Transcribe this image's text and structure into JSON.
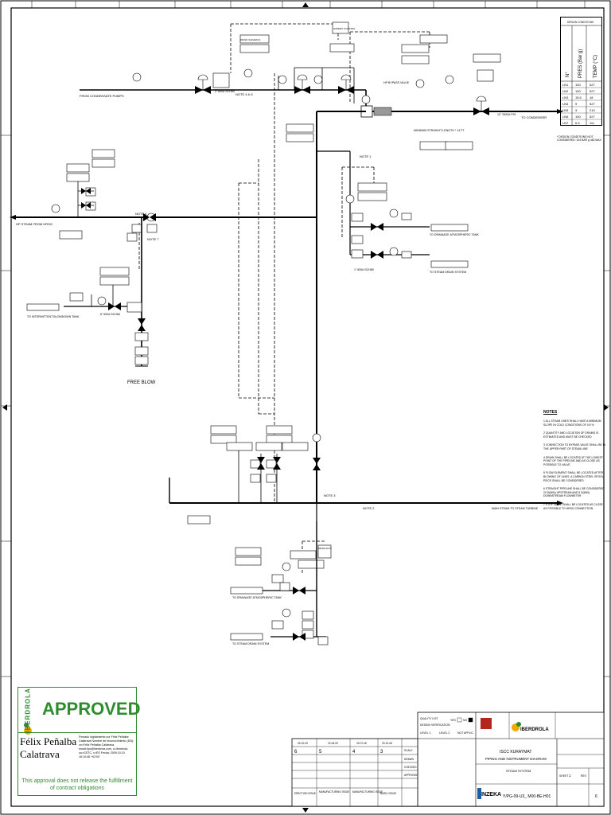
{
  "approval": {
    "brand": "IBERDROLA",
    "stamp": "APPROVED",
    "signer_line1": "Félix Peñalba",
    "signer_line2": "Calatrava",
    "digital_signature_text": "Firmado digitalmente por Félix Peñalba Calatrava Nombre de reconocimiento (DN): cn=Félix Peñalba Calatrava, email=fpc@iberdrola.com, o=Iberdrola, ou=GSTC, c=ES Fecha: 2009.10.10 16:10:46 +02'00'",
    "condition": "This approval does not release the fulfillment of contract obligations"
  },
  "design_table": {
    "header": "DESIGN CONDITIONS",
    "columns": [
      "N°",
      "PRES (Bar g)",
      "TEMP (°C)"
    ],
    "rows": [
      [
        "LN1",
        "100",
        "527"
      ],
      [
        "LN2",
        "100",
        "527"
      ],
      [
        "LN3",
        "15.5",
        "18"
      ],
      [
        "LN4",
        "9",
        "527"
      ],
      [
        "LN5",
        "3",
        "210"
      ],
      [
        "LN6",
        "100",
        "527"
      ],
      [
        "LN7",
        "6.5",
        "111"
      ]
    ],
    "footnote": "* DESIGN CONDITIONS NOT CONSIDERED: 104 BAR g 482 MAX"
  },
  "notes": {
    "title": "NOTES",
    "items": [
      "1 ALL STEAM LINES SHALL HAVE A MINIMUM SLOPE IN COLD CONDITIONS OF 0.5 %",
      "2 QUANTITY AND LOCATION OF DRAINS IS ESTIMATED AND MUST BE CHECKED",
      "3 CONNECTION TO BYPASS VALVE SHALL BE IN THE UPPER PART OF STEAM LINE",
      "4 DRAIN SHALL BE LOCATED AT THE LOWEST POINT OF THE PIPELINE AND AS CLOSE AS POSSIBLE TO VALVE",
      "5 FLOW ELEMENT SHALL BE LOCATED AFTER BLOWING OF LINES. A CARBON STEEL SPOOL PIECE SHALL BE CONSIDERED",
      "6 STRAIGHT PIPELINE SHALL BE CONSIDERED 20 D(MIN) UPSTREAM AND 5 D(MIN) DOWNSTREAM FLOWMETER",
      "7 STOP VALVE SHALL BE LOCATED AS CLOSE AS POSSIBLE TO HRSG CONNECTION."
    ]
  },
  "title_block": {
    "project": "ISCC KURAYMAT",
    "drawing_type": "PIPING AND INSTRUMENT DIAGRAM",
    "system": "STEAM SYSTEM",
    "document_number": "Y/PG-09-U3_ M00-BE-H01",
    "sheet": "1",
    "revision": "6",
    "scale": "SCALE",
    "contractor": "INZEKA",
    "client": "IBERDROLA",
    "issues": [
      {
        "rev": "6",
        "date": "09-10-09",
        "status": "ERECTION ISSUE"
      },
      {
        "rev": "5",
        "date": "22-06-09",
        "status": "MANUFACTURING ISSUE"
      },
      {
        "rev": "4",
        "date": "29-07-08",
        "status": "MANUFACTURING ISSUE"
      },
      {
        "rev": "3",
        "date": "29-10-08",
        "status": "BASIC ISSUE"
      }
    ],
    "row_labels": [
      "DRAWN",
      "CHECKED",
      "APPROVED"
    ],
    "quality_list": "QUALITY LIST",
    "design_verification": "DESIGN VERIFICATION",
    "level_labels": [
      "LEVEL 1",
      "LEVEL 2",
      "NOT APPLIC"
    ],
    "yes_no": [
      "YES",
      "NO"
    ],
    "sheet_label": "SHEET",
    "rev_label": "REV"
  },
  "diagram": {
    "labels": {
      "from_condensate": "FROM CONDENSATE PUMPS",
      "to_condenser": "TO CONDENSER",
      "hp_steam_from_hrsg": "HP STEAM FROM HRSG",
      "to_intermittent_blowdown": "TO INTERMITTENT BLOWDOWN TANK",
      "free_blow": "FREE BLOW",
      "to_drainage_atm_tank_1": "TO DRAINAGE ATMOSPHERIC TANK",
      "to_steam_drain_system_1": "TO STEAM DRAIN SYSTEM",
      "to_drainage_atm_tank_2": "TO DRAINAGE ATMOSPHERIC TANK",
      "to_steam_drain_system_2": "TO STEAM DRAIN SYSTEM",
      "main_steam_to_turbine": "MAIN STEAM TO STEAM TURBINE",
      "hp_bypass_valve": "HP BYPASS VALVE",
      "note_3": "NOTE 3",
      "note_4_top": "NOTE 4 & 6",
      "note_4": "NOTE 4",
      "note_7": "NOTE 7",
      "note_2": "NOTE 2",
      "note_1": "NOTE 1",
      "pipe_2in": "2\" 600# SCH80",
      "pipe_6in": "6\" 600# SCH80",
      "pipe_main": "12\" 2500# P91",
      "pipe_1in": "1\" 600# SCH80",
      "controller": "SUPERV CONTROL",
      "drain_dcs": "DRAIN DCS",
      "drain_valve": "DRAIN VALVE",
      "minimum_straight_pipe": "MINIMUM STRAIGHT LENGTH * 14 FT",
      "instrument_tag": "DRAIN VALVE(FC)"
    }
  }
}
